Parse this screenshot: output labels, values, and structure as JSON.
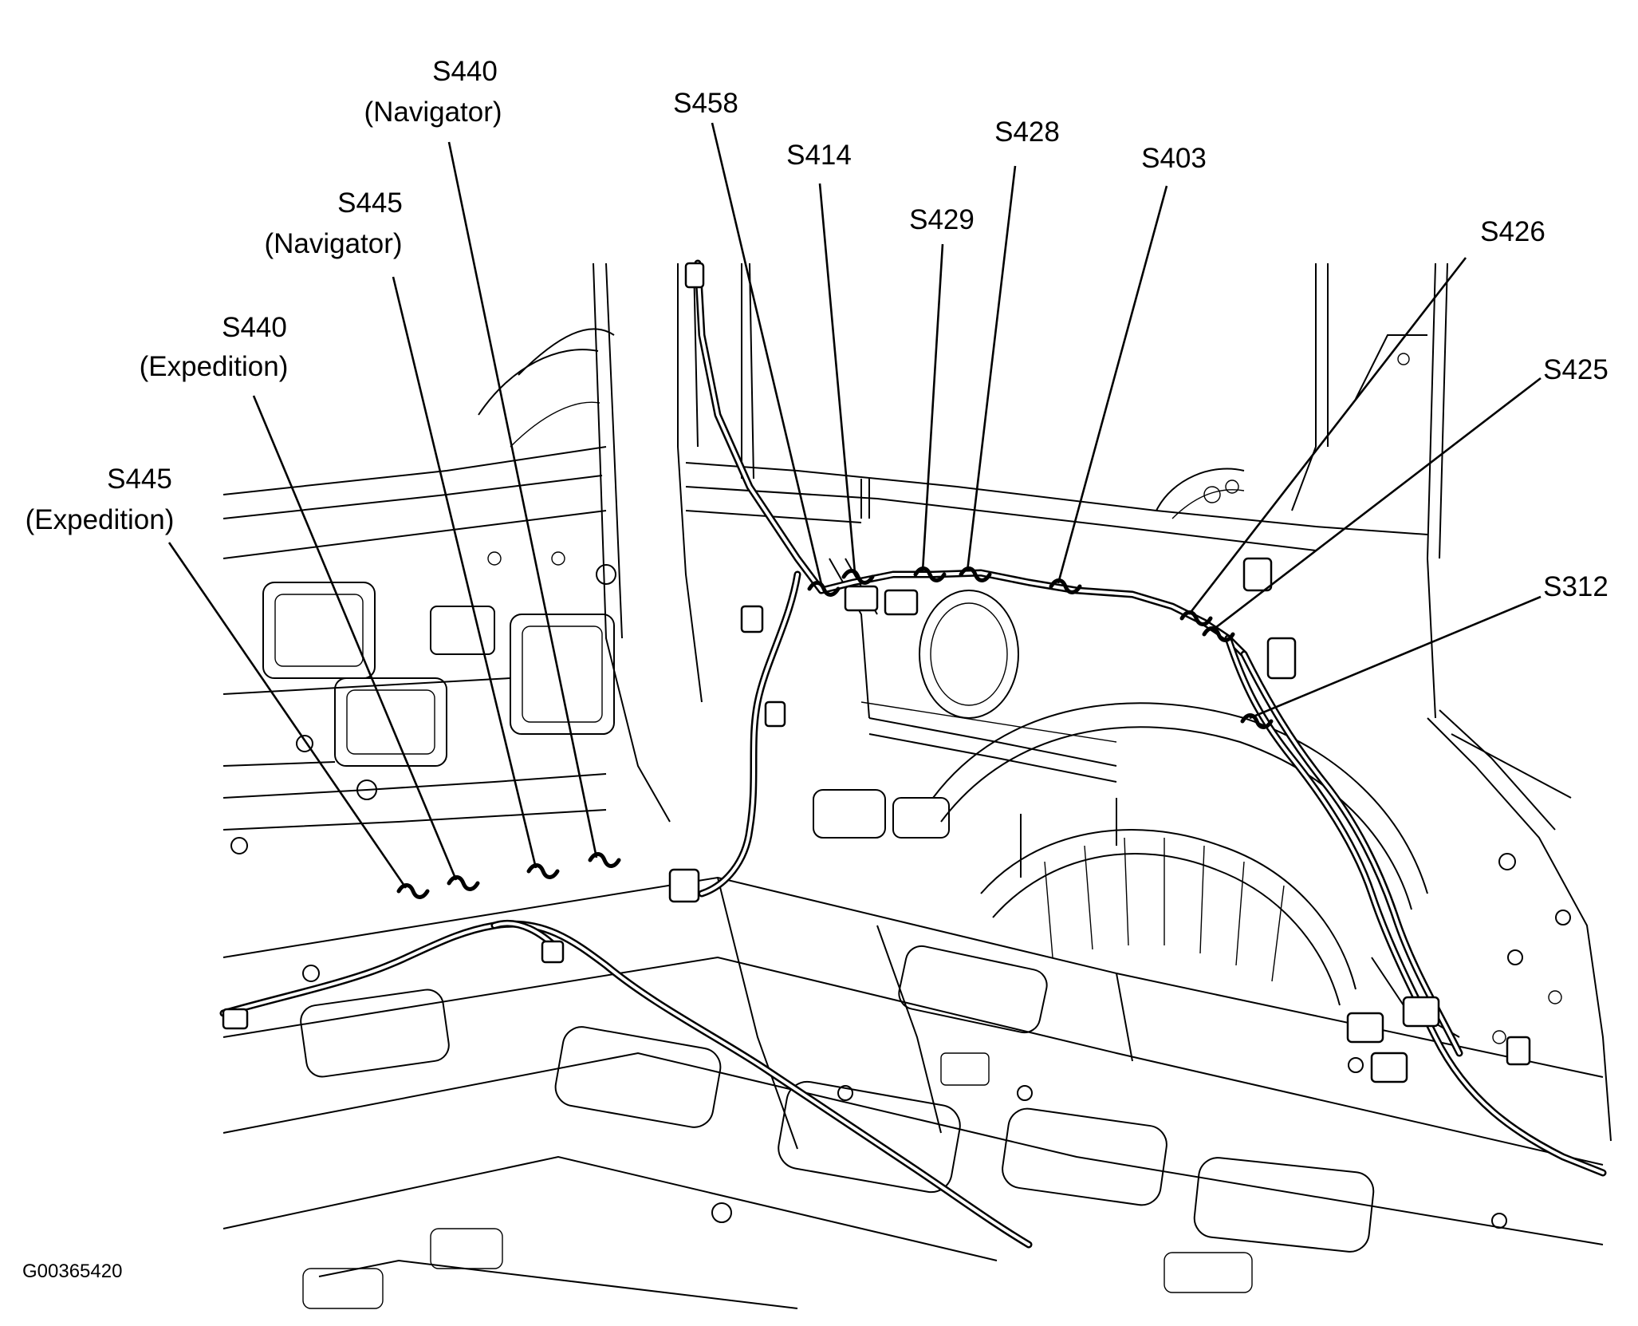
{
  "figure_id": "G00365420",
  "colors": {
    "ink": "#000000",
    "background": "#ffffff"
  },
  "callouts": [
    {
      "id": "s440-navigator",
      "code": "S440",
      "variant": "(Navigator)"
    },
    {
      "id": "s458",
      "code": "S458",
      "variant": ""
    },
    {
      "id": "s414",
      "code": "S414",
      "variant": ""
    },
    {
      "id": "s428",
      "code": "S428",
      "variant": ""
    },
    {
      "id": "s403",
      "code": "S403",
      "variant": ""
    },
    {
      "id": "s429",
      "code": "S429",
      "variant": ""
    },
    {
      "id": "s445-navigator",
      "code": "S445",
      "variant": "(Navigator)"
    },
    {
      "id": "s426",
      "code": "S426",
      "variant": ""
    },
    {
      "id": "s440-expedition",
      "code": "S440",
      "variant": "(Expedition)"
    },
    {
      "id": "s425",
      "code": "S425",
      "variant": ""
    },
    {
      "id": "s445-expedition",
      "code": "S445",
      "variant": "(Expedition)"
    },
    {
      "id": "s312",
      "code": "S312",
      "variant": ""
    }
  ]
}
